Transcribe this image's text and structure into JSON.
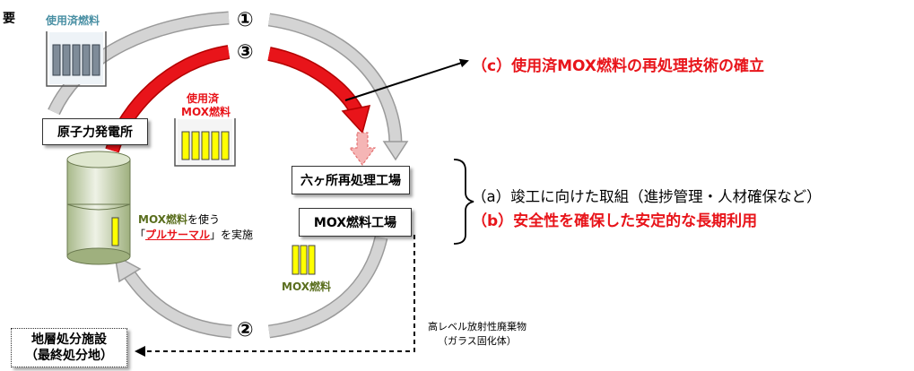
{
  "corner_mark": "要",
  "labels": {
    "spent_fuel": "使用済燃料",
    "spent_mox_line1": "使用済",
    "spent_mox_line2": "MOX燃料",
    "mox_fuel": "MOX燃料",
    "pluthermal_prefix": "MOX燃料",
    "pluthermal_mid": "を使う",
    "pluthermal_quote_open": "「",
    "pluthermal_word": "プルサーマル",
    "pluthermal_quote_close": "」を実施",
    "hlw_line1": "高レベル放射性廃棄物",
    "hlw_line2": "（ガラス固化体）"
  },
  "boxes": {
    "nuclear_plant": "原子力発電所",
    "rokkasho": "六ヶ所再処理工場",
    "mox_plant": "MOX燃料工場",
    "disposal_line1": "地層処分施設",
    "disposal_line2": "（最終処分地）"
  },
  "circle_numbers": {
    "one": "①",
    "two": "②",
    "three": "③"
  },
  "tasks": {
    "c": "（c）使用済MOX燃料の再処理技術の確立",
    "a": "（a）竣工に向けた取組（進捗管理・人材確保など）",
    "b": "（b）安全性を確保した安定的な長期利用"
  },
  "colors": {
    "red": "#e8141a",
    "gray_arrow": "#c8c8c8",
    "fuel_yellow": "#ffff00",
    "fuel_blue_gray": "#7f8c99",
    "spent_fuel_text": "#4a90a4",
    "mox_text": "#5a6e1e"
  }
}
